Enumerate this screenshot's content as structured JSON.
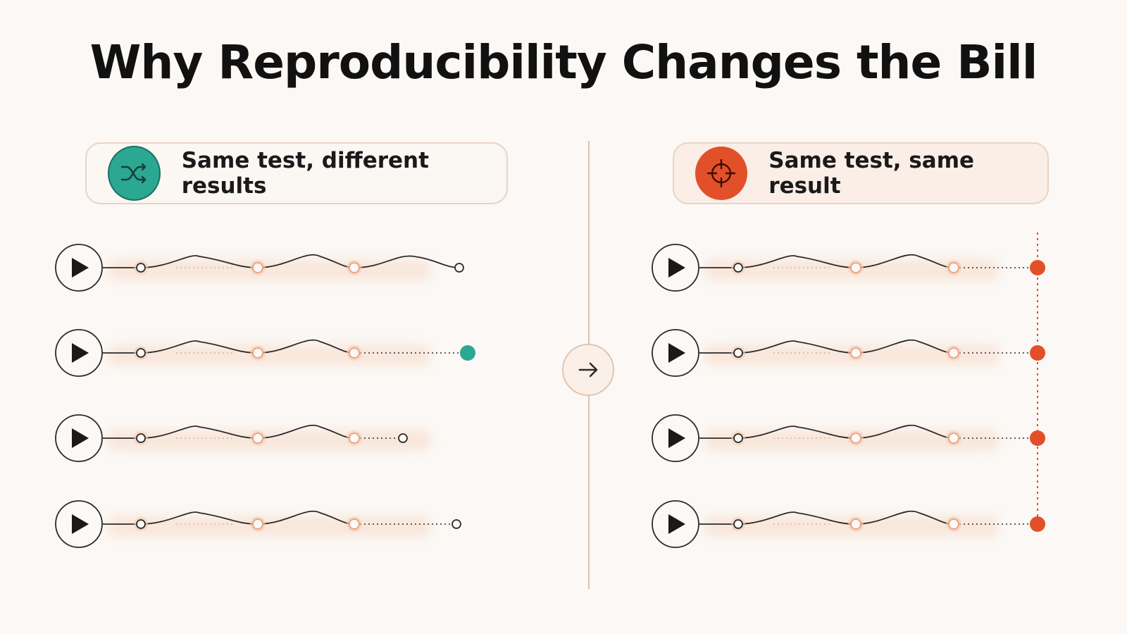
{
  "title": "Why Reproducibility Changes the Bill",
  "left_panel": {
    "label": "Same test, different results",
    "icon": "shuffle-icon",
    "accent": "#2aa892",
    "runs": [
      {
        "outcome": "open"
      },
      {
        "outcome": "filled"
      },
      {
        "outcome": "open"
      },
      {
        "outcome": "open"
      }
    ]
  },
  "right_panel": {
    "label": "Same test, same result",
    "icon": "crosshair-icon",
    "accent": "#e2502a",
    "runs": [
      {
        "outcome": "filled"
      },
      {
        "outcome": "filled"
      },
      {
        "outcome": "filled"
      },
      {
        "outcome": "filled"
      }
    ]
  },
  "divider_icon": "arrow-right-icon",
  "colors": {
    "background": "#fbf8f5",
    "line": "#2b2b2b",
    "node": "#e7a17e",
    "guide": "#e2502a"
  }
}
